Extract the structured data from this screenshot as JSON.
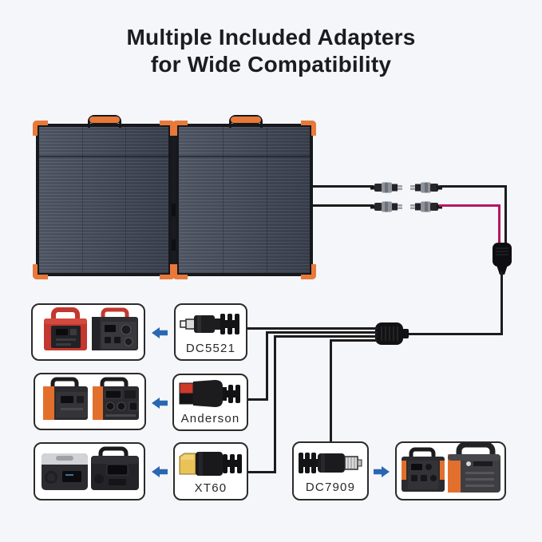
{
  "title": {
    "line1": "Multiple Included Adapters",
    "line2": "for Wide Compatibility"
  },
  "adapters": [
    {
      "label": "DC5521",
      "icon": "dc5521-barrel-connector-icon"
    },
    {
      "label": "Anderson",
      "icon": "anderson-connector-icon"
    },
    {
      "label": "XT60",
      "icon": "xt60-connector-icon"
    },
    {
      "label": "DC7909",
      "icon": "dc7909-barrel-connector-icon"
    }
  ],
  "station_groups": [
    {
      "icon": "power-stations-red-pair"
    },
    {
      "icon": "power-stations-orange-pair"
    },
    {
      "icon": "power-stations-gray-pair"
    },
    {
      "icon": "power-stations-orange-gray-pair"
    }
  ],
  "solar_panel": {
    "icon": "foldable-solar-panel",
    "panels": 2
  },
  "cabling": {
    "mc4_pairs": 2,
    "splitter_outputs": 4,
    "pv_wire_colors": [
      "#1c1c1e",
      "#b61760"
    ]
  },
  "colors": {
    "background": "#f4f6f9",
    "box_fill": "#ffffff",
    "box_border": "#2b2b2c",
    "wire_black": "#1c1c1e",
    "wire_red": "#b61760",
    "arrow_blue": "#2a67b2",
    "panel_frame": "#17181c",
    "panel_surface": "#454c5b",
    "corner_guard_orange": "#e8793a",
    "xt60_yellow": "#e9c258",
    "anderson_red": "#cd3a2a",
    "title_text": "#1b1c1e"
  }
}
